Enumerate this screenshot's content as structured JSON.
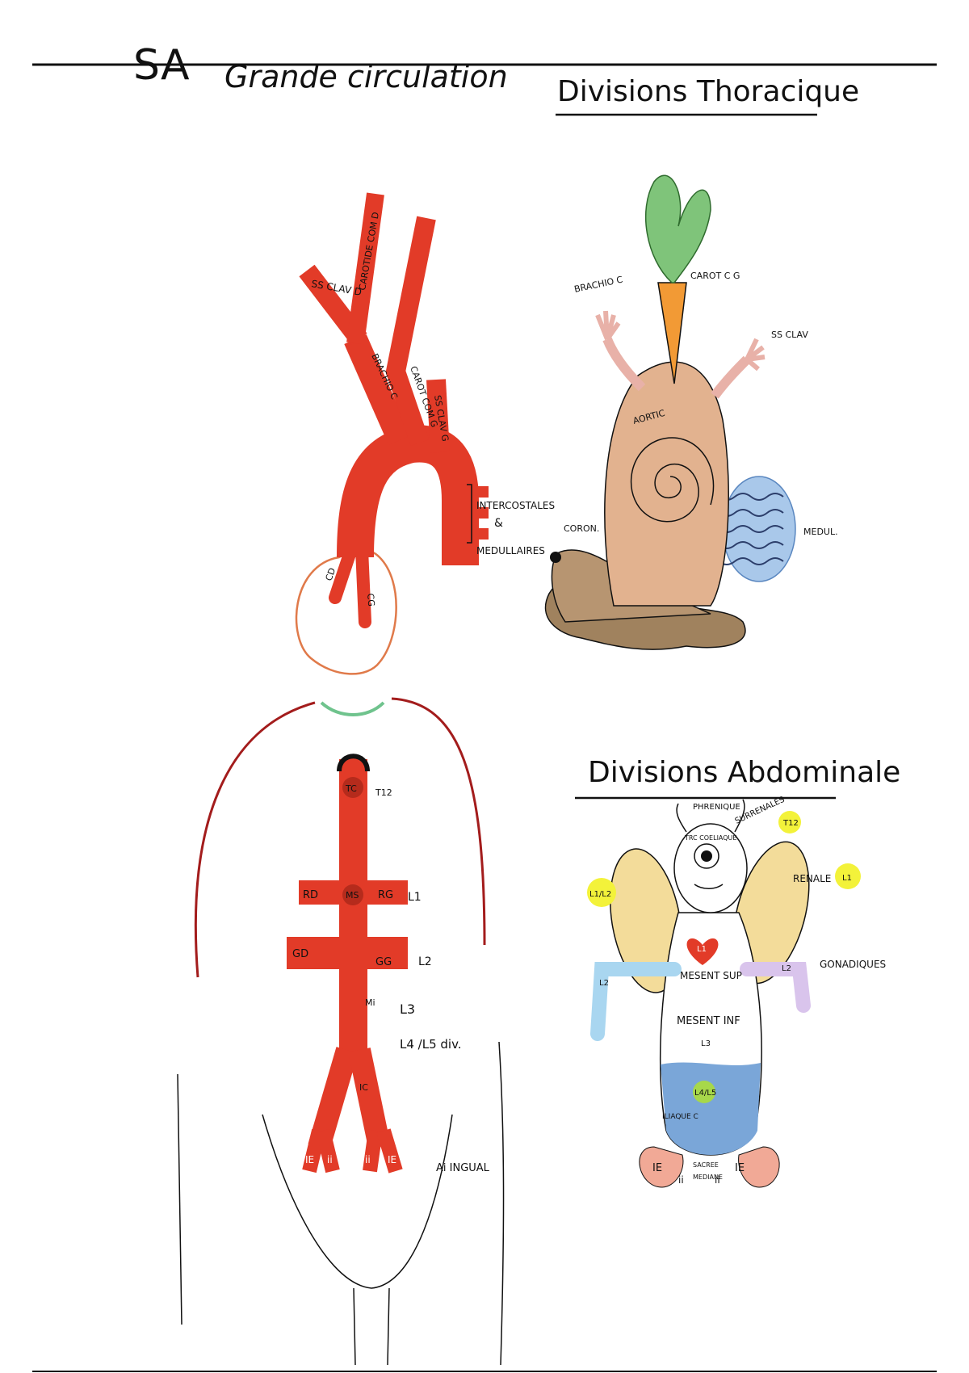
{
  "header": {
    "code": "SA",
    "title": "Grande circulation"
  },
  "thoracic": {
    "title": "Divisions Thoracique",
    "labels": {
      "brachio": "BRACHIO C",
      "carot": "CAROT C G",
      "ss_clav": "SS CLAV",
      "aortic": "AORTIC",
      "coron": "CORON.",
      "medul": "MEDUL."
    }
  },
  "aorta_diagram": {
    "labels": {
      "ss_clav_d": "SS CLAV D",
      "carotide_com_d": "CAROTIDE COM D",
      "brachio_c": "BRACHIO C",
      "carot_com_g": "CAROT COM G",
      "ss_clav_g": "SS CLAV G",
      "intercostales": "INTERCOSTALES",
      "amp": "&",
      "medullaires": "MEDULLAIRES",
      "cd": "CD",
      "cg": "CG",
      "tc": "TC",
      "t12": "T12",
      "rd": "RD",
      "ms": "MS",
      "rg": "RG",
      "l1": "L1",
      "gd": "GD",
      "gg": "GG",
      "l2": "L2",
      "mi": "Mi",
      "l3": "L3",
      "l4l5": "L4 /L5  div.",
      "ic": "IC",
      "ie_left": "IE",
      "ii_left": "ii",
      "ii_right": "ii",
      "ie_right": "IE",
      "ai_ingual": "Ai  INGUAL"
    }
  },
  "abdominal": {
    "title": "Divisions Abdominale",
    "labels": {
      "phrenique": "PHRENIQUE",
      "surrenales": "SURRENALES",
      "tc_coeliaque": "TRC COELIAQUE",
      "t12": "T12",
      "renale": "RENALE",
      "l1": "L1",
      "l1l2": "L1/L2",
      "l1_heart": "L1",
      "mesent_sup": "MESENT SUP",
      "gonadiques": "GONADIQUES",
      "l2_left": "L2",
      "l2_right": "L2",
      "mesent_inf": "MESENT INF",
      "l3": "L3",
      "l4l5": "L4/L5",
      "iliaque_c": "ILIAQUE C",
      "ie_left": "IE",
      "ii_left": "ii",
      "sacree": "SACREE",
      "mediane": "MEDIANE",
      "ii_right": "ii",
      "ie_right": "IE"
    }
  },
  "colors": {
    "artery": "#e23b28",
    "ink": "#111111",
    "heart_outline": "#e07a4a",
    "diaphragm": "#a31c1c",
    "green_line": "#6fc38d",
    "snail_shell": "#e2b28f",
    "mud": "#a0825e",
    "carrot": "#f29a35",
    "leaves": "#7fc47a",
    "wings": "#f3dc9a",
    "water": "#7aa6d8",
    "highlight": "#f3f23a"
  }
}
